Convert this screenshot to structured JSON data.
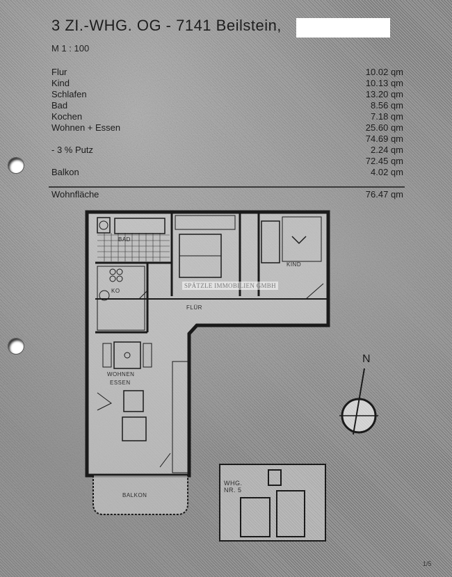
{
  "header": {
    "title": "3 ZI.-WHG. OG - 7141 Beilstein,",
    "scale": "M 1 : 100"
  },
  "areas": [
    {
      "label": "Flur",
      "value": "10.02 qm"
    },
    {
      "label": "Kind",
      "value": "10.13 qm"
    },
    {
      "label": "Schlafen",
      "value": "13.20 qm"
    },
    {
      "label": "Bad",
      "value": "8.56 qm"
    },
    {
      "label": "Kochen",
      "value": "7.18 qm"
    },
    {
      "label": "Wohnen + Essen",
      "value": "25.60 qm"
    },
    {
      "label": "",
      "value": "74.69 qm"
    },
    {
      "label": "- 3 % Putz",
      "value": "2.24 qm"
    },
    {
      "label": "",
      "value": "72.45 qm"
    },
    {
      "label": "Balkon",
      "value": "4.02 qm"
    }
  ],
  "total": {
    "label": "Wohnfläche",
    "value": "76.47 qm"
  },
  "plan": {
    "labels": {
      "bad": "BAD",
      "kind": "KIND",
      "flur": "FLÜR",
      "wohnen": "WOHNEN",
      "essen": "ESSEN",
      "balkon": "BALKON",
      "kochen": "KO"
    },
    "watermark": "SPÄTZLE IMMOBILIEN GMBH",
    "north": "N",
    "keyplan": "WHG. NR. 5"
  },
  "footer": {
    "page": "1/5"
  }
}
